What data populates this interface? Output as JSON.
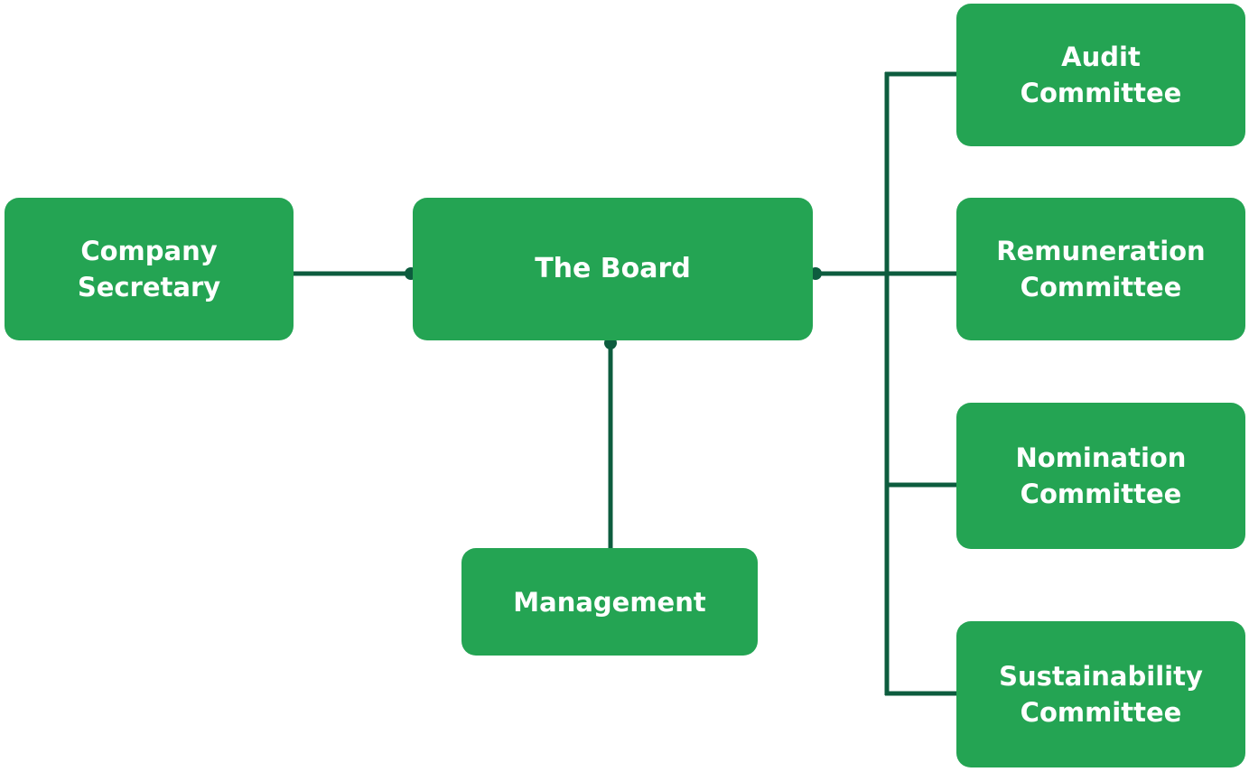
{
  "diagram": {
    "nodes": {
      "company_secretary": {
        "label": "Company\nSecretary"
      },
      "board": {
        "label": "The Board"
      },
      "management": {
        "label": "Management"
      },
      "audit": {
        "label": "Audit\nCommittee"
      },
      "remuneration": {
        "label": "Remuneration\nCommittee"
      },
      "nomination": {
        "label": "Nomination\nCommittee"
      },
      "sustainability": {
        "label": "Sustainability\nCommittee"
      }
    },
    "edges": [
      {
        "from": "company_secretary",
        "to": "board"
      },
      {
        "from": "board",
        "to": "management"
      },
      {
        "from": "board",
        "to": "audit"
      },
      {
        "from": "board",
        "to": "remuneration"
      },
      {
        "from": "board",
        "to": "nomination"
      },
      {
        "from": "board",
        "to": "sustainability"
      }
    ]
  },
  "colors": {
    "box_fill": "#24a453",
    "box_text": "#ffffff",
    "connector": "#0d5c3e"
  }
}
